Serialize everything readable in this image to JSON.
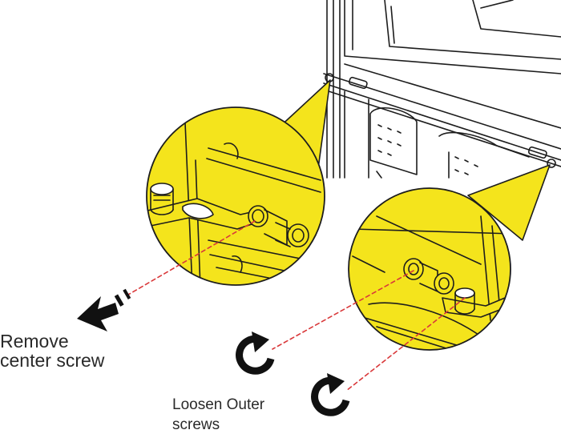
{
  "diagram": {
    "remove_label": {
      "line1": "Remove",
      "line2": "center screw"
    },
    "loosen_label": {
      "line1": "Loosen Outer",
      "line2": "screws"
    },
    "colors": {
      "callout_fill": "#f4e41c",
      "leader_line": "#d9383a",
      "outline": "#1d1d1d",
      "background": "#ffffff"
    },
    "icons": [
      "remove-arrow-icon",
      "rotate-clockwise-icon",
      "rotate-clockwise-icon"
    ]
  }
}
